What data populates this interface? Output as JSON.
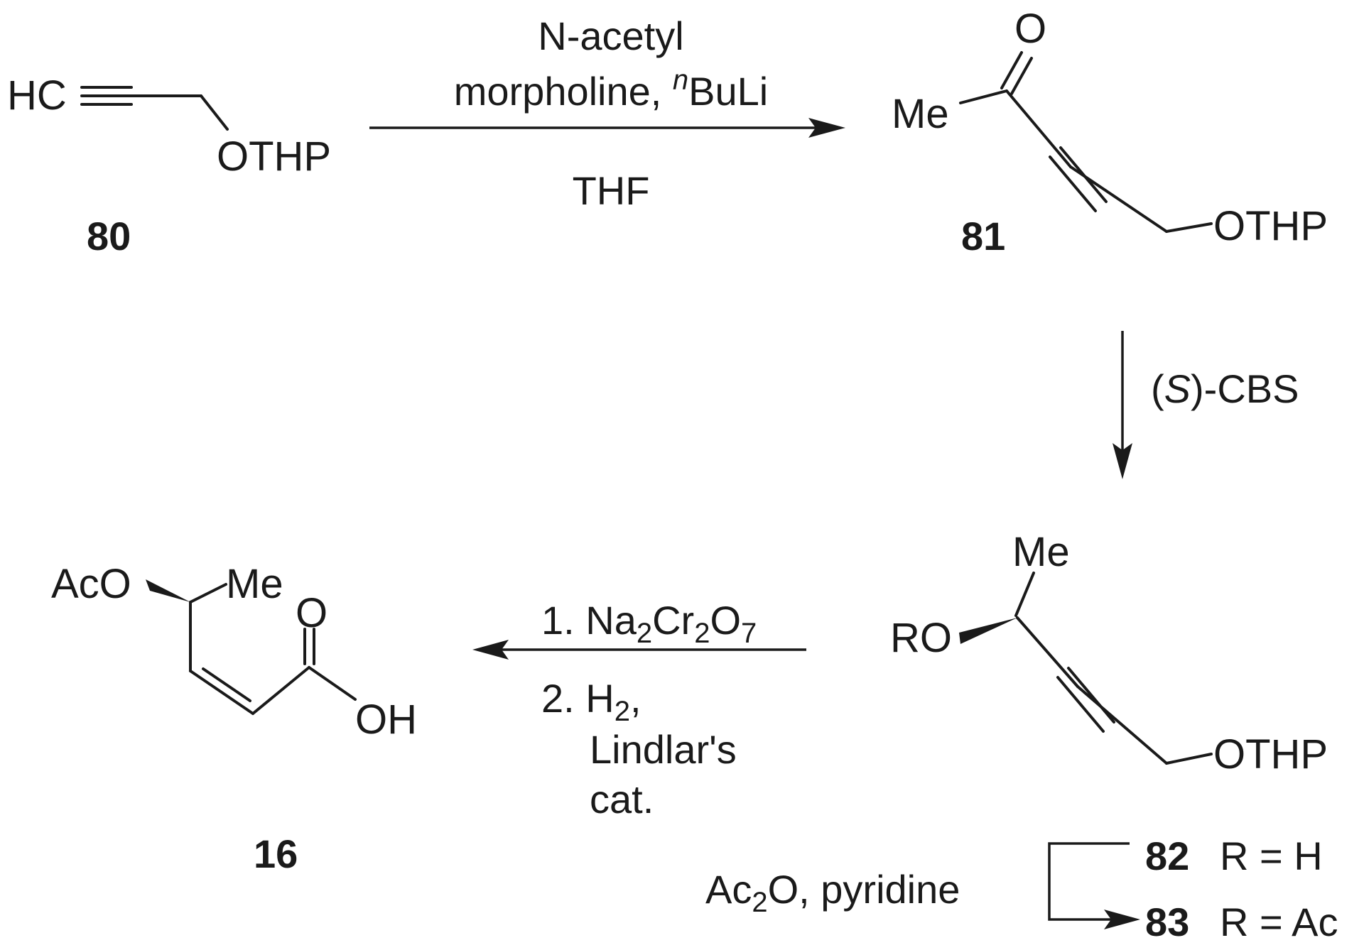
{
  "compounds": {
    "c80": {
      "number": "80",
      "hc": "HC",
      "othp": "OTHP"
    },
    "c81": {
      "number": "81",
      "o": "O",
      "me": "Me",
      "othp": "OTHP"
    },
    "c82_83": {
      "me": "Me",
      "ro": "RO",
      "othp": "OTHP"
    },
    "c16": {
      "number": "16",
      "aco": "AcO",
      "me": "Me",
      "o": "O",
      "oh": "OH"
    },
    "labels": {
      "c82": {
        "number": "82",
        "r": "R = H"
      },
      "c83": {
        "number": "83",
        "r": "R = Ac"
      }
    }
  },
  "steps": {
    "step1": {
      "line1": "N-acetyl",
      "line2": "morpholine,",
      "line2_sup": "n",
      "line2_end": "BuLi",
      "solvent": "THF"
    },
    "step2": {
      "pre": "(",
      "italic": "S",
      "post": ")-CBS"
    },
    "step3": {
      "l1_pre": "1. Na",
      "l1_sub1": "2",
      "l1_mid": "Cr",
      "l1_sub2": "2",
      "l1_mid2": "O",
      "l1_sub3": "7",
      "l2_pre": "2. H",
      "l2_sub": "2",
      "l2_post": ",",
      "l3": "Lindlar's",
      "l4": "cat."
    },
    "step4": {
      "pre": "Ac",
      "sub": "2",
      "post": "O, pyridine"
    }
  }
}
